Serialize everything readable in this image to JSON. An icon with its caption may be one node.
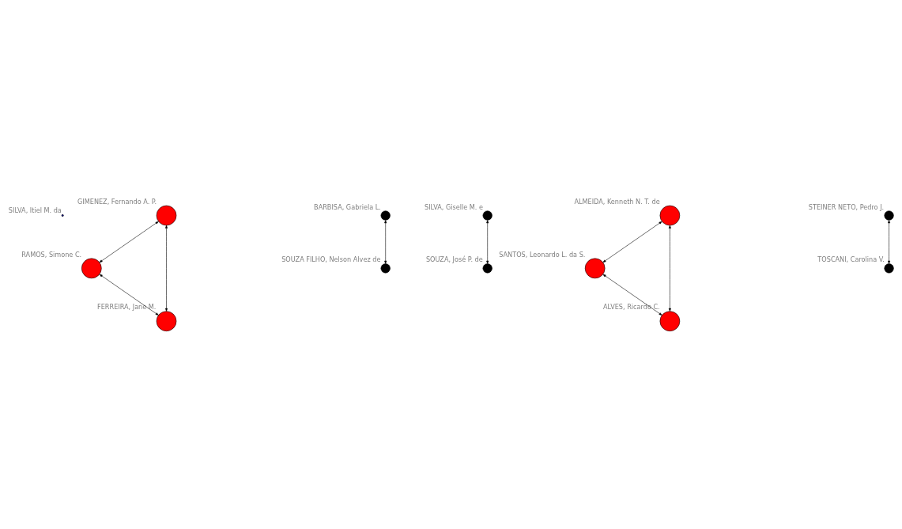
{
  "diagram": {
    "nodes": [
      {
        "text": [],
        "shape": "circle",
        "beside": [
          "SILVA, Itiel M. da"
        ]
      },
      {
        "text": [],
        "shape": "circle",
        "beside": [
          "GIMENEZ, Fernando A. P."
        ]
      },
      {
        "text": [],
        "shape": "circle",
        "beside": [
          "BARBISA, Gabriela L."
        ]
      },
      {
        "text": [],
        "shape": "circle",
        "beside": [
          "RAMOS, Simone C."
        ]
      },
      {
        "text": [],
        "shape": "circle",
        "beside": [
          "SOUZA FILHO, Nelson Alvez de"
        ]
      },
      {
        "text": [],
        "shape": "circle",
        "beside": [
          "FERREIRA, Jane M."
        ]
      },
      {
        "text": [],
        "shape": "circle",
        "beside": [
          "SILVA, Giselle M. e"
        ]
      },
      {
        "text": [],
        "shape": "circle",
        "beside": [
          "ALMEIDA, Kenneth N. T. de"
        ]
      },
      {
        "text": [],
        "shape": "circle",
        "beside": [
          "SOUZA, José P. de"
        ]
      },
      {
        "text": [],
        "shape": "circle",
        "beside": [
          "SANTOS, Leonardo L. da S."
        ]
      },
      {
        "text": [],
        "shape": "circle",
        "beside": [
          "STEINER NETO, Pedro J."
        ]
      },
      {
        "text": [],
        "shape": "circle",
        "beside": [
          "ALVES, Ricardo C."
        ]
      },
      {
        "text": [],
        "shape": "circle",
        "beside": [
          "TOSCANI, Carolina V."
        ]
      }
    ],
    "edges": [
      {
        "from": 2,
        "to": 4,
        "arrow": "both"
      },
      {
        "from": 1,
        "to": 3,
        "arrow": "both"
      },
      {
        "from": 1,
        "to": 5,
        "arrow": "both"
      },
      {
        "from": 3,
        "to": 5,
        "arrow": "both"
      },
      {
        "from": 6,
        "to": 8,
        "arrow": "both"
      },
      {
        "from": 7,
        "to": 9,
        "arrow": "both"
      },
      {
        "from": 7,
        "to": 11,
        "arrow": "both"
      },
      {
        "from": 9,
        "to": 11,
        "arrow": "both"
      },
      {
        "from": 10,
        "to": 12,
        "arrow": "both"
      }
    ]
  }
}
